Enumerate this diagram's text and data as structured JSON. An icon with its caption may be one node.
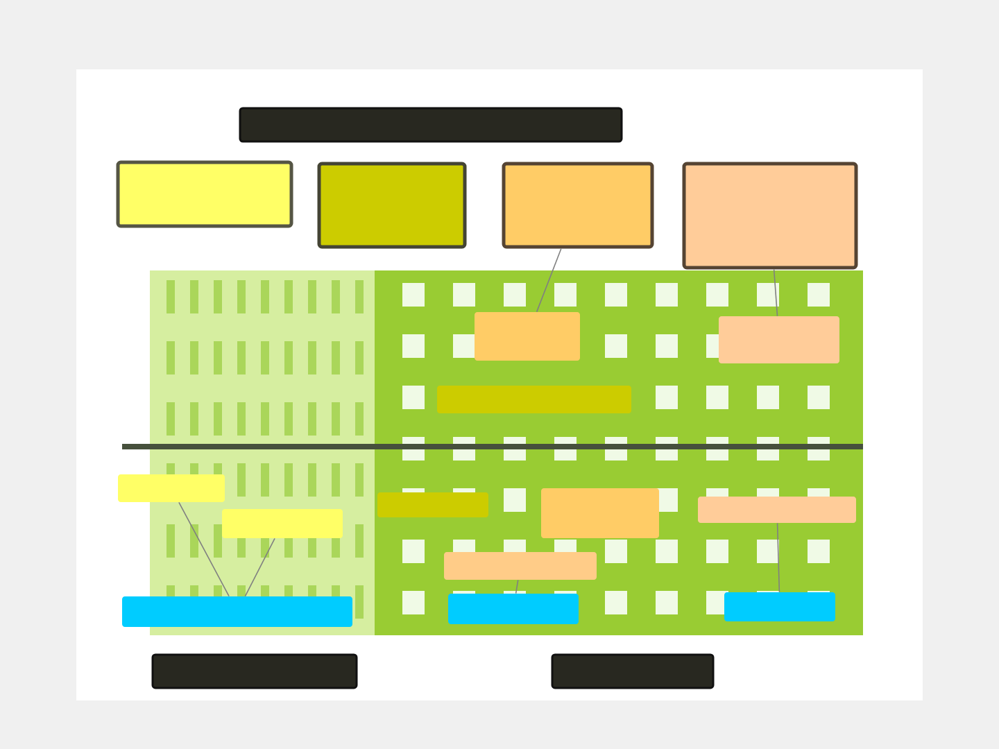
{
  "diagram": {
    "nodes": [
      {
        "text": [],
        "shape": "box"
      },
      {
        "text": [],
        "shape": "box"
      },
      {
        "text": [],
        "shape": "box"
      },
      {
        "text": [],
        "shape": "box"
      },
      {
        "text": [],
        "shape": "box"
      },
      {
        "text": [],
        "shape": "box"
      },
      {
        "text": [],
        "shape": "box"
      },
      {
        "text": [],
        "shape": "box"
      },
      {
        "text": [],
        "shape": "box"
      },
      {
        "text": [],
        "shape": "box"
      },
      {
        "text": [],
        "shape": "box"
      },
      {
        "text": [],
        "shape": "box"
      },
      {
        "text": [],
        "shape": "box"
      },
      {
        "text": [],
        "shape": "box"
      },
      {
        "text": [],
        "shape": "box"
      },
      {
        "text": [],
        "shape": "box"
      },
      {
        "text": [],
        "shape": "box"
      },
      {
        "text": [],
        "shape": "box"
      },
      {
        "text": [],
        "shape": "box"
      }
    ],
    "edges": [
      {
        "from": 3,
        "to": 5,
        "arrow": "none"
      },
      {
        "from": 4,
        "to": 6,
        "arrow": "none"
      },
      {
        "from": 8,
        "to": 14,
        "arrow": "none"
      },
      {
        "from": 9,
        "to": 14,
        "arrow": "none"
      },
      {
        "from": 13,
        "to": 15,
        "arrow": "none"
      },
      {
        "from": 12,
        "to": 16,
        "arrow": "none"
      }
    ]
  }
}
